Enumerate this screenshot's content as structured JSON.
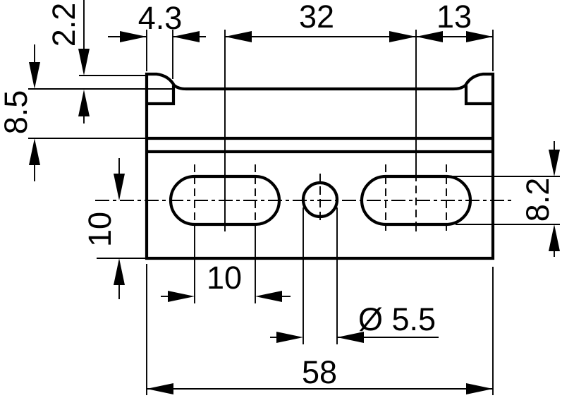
{
  "drawing": {
    "kind": "technical-dimension-drawing",
    "part": "mounting bracket profile with two slots, center hole and hooked top lips",
    "labels": {
      "lip_height": "2.2",
      "lip_hook_width": "4.3",
      "slot_center_distance": "32",
      "slot_center_to_right_edge": "13",
      "top_section_height": "8.5",
      "slot_axis_to_bottom": "10",
      "slot_width": "8.2",
      "slot_arc_pitch": "10",
      "center_hole_diameter": "Ø 5.5",
      "overall_width": "58"
    },
    "colors": {
      "line": "#000000",
      "background": "#ffffff"
    }
  }
}
